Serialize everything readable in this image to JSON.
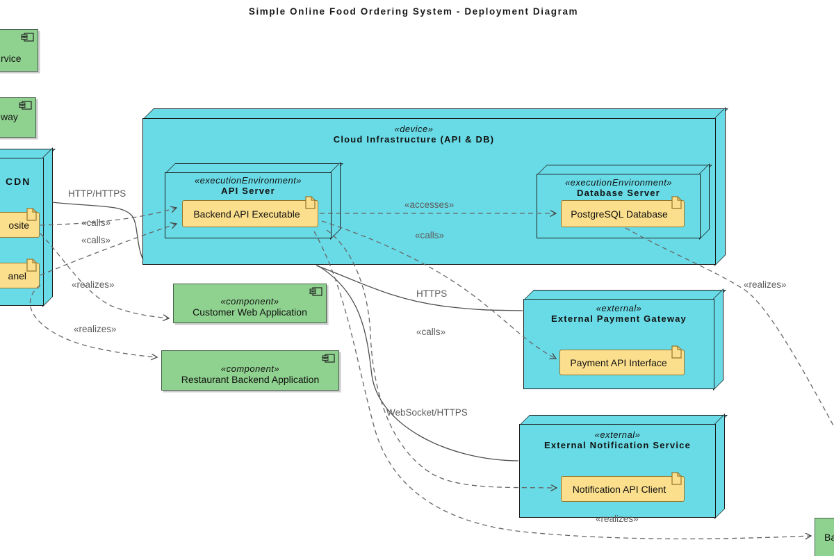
{
  "title": "Simple Online Food Ordering System - Deployment Diagram",
  "nodes": {
    "service_component_cutoff": {
      "label": "rvice"
    },
    "gateway_component_cutoff": {
      "label": "way"
    },
    "cdn": {
      "title": "CDN",
      "website_artifact": "osite",
      "panel_artifact": "anel"
    },
    "cloud": {
      "stereotype": "«device»",
      "title": "Cloud Infrastructure (API & DB)"
    },
    "api_server": {
      "stereotype": "«executionEnvironment»",
      "title": "API Server",
      "artifact": "Backend API Executable"
    },
    "database_server": {
      "stereotype": "«executionEnvironment»",
      "title": "Database Server",
      "artifact": "PostgreSQL Database"
    },
    "customer_web_app": {
      "stereotype": "«component»",
      "title": "Customer Web Application"
    },
    "restaurant_backend_app": {
      "stereotype": "«component»",
      "title": "Restaurant Backend Application"
    },
    "payment_gateway": {
      "stereotype": "«external»",
      "title": "External Payment Gateway",
      "artifact": "Payment API Interface"
    },
    "notification_service": {
      "stereotype": "«external»",
      "title": "External Notification Service",
      "artifact": "Notification API Client"
    },
    "backend_component_cutoff": {
      "label": "Ba"
    }
  },
  "edge_labels": {
    "http_https": "HTTP/HTTPS",
    "calls_website": "«calls»",
    "calls_panel": "«calls»",
    "realizes_website": "«realizes»",
    "realizes_panel": "«realizes»",
    "accesses": "«accesses»",
    "calls_payment": "«calls»",
    "https": "HTTPS",
    "calls_notification": "«calls»",
    "websocket_https": "WebSocket/HTTPS",
    "realizes_backend": "«realizes»",
    "realizes_db": "«realizes»"
  },
  "colors": {
    "device_fill": "#69DBE6",
    "artifact_fill": "#FBDF8D",
    "component_fill": "#8FD18F",
    "connector": "#666666",
    "label_text": "#5C5C5C"
  }
}
